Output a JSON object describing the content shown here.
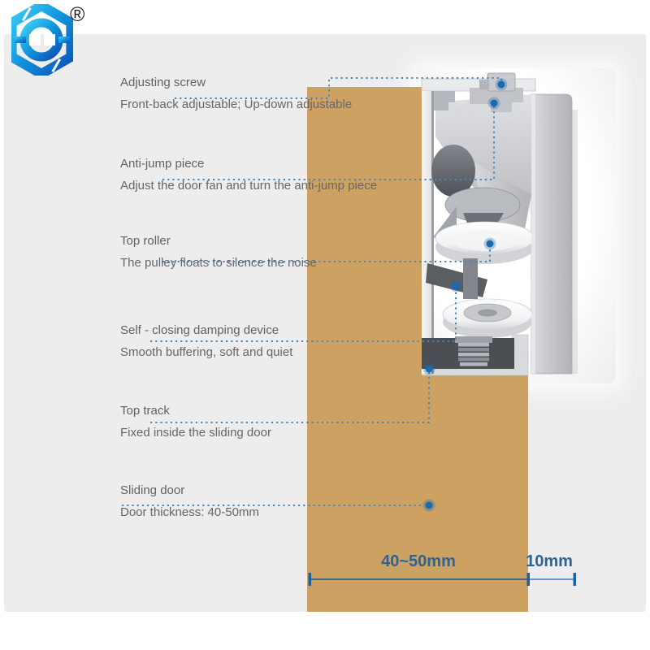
{
  "brand": {
    "registered_mark": "®"
  },
  "annotations": [
    {
      "label": "Adjusting screw",
      "description": "Front-back adjustable; Up-down adjustable"
    },
    {
      "label": "Anti-jump piece",
      "description": "Adjust the door fan and turn the anti-jump piece"
    },
    {
      "label": "Top roller",
      "description": "The pulley floats to silence the noise"
    },
    {
      "label": "Self - closing damping device",
      "description": "Smooth buffering, soft and quiet"
    },
    {
      "label": "Top track",
      "description": "Fixed inside the sliding door"
    },
    {
      "label": "Sliding door",
      "description": "Door thickness: 40-50mm"
    }
  ],
  "dimensions": {
    "door_width": "40~50mm",
    "track_gap": "10mm"
  },
  "colors": {
    "panel": "#ededee",
    "door": "#cda162",
    "leader_line": "#4e86b2",
    "point_marker": "#1c69ad",
    "dimension_text": "#2a6496",
    "logo_blue_light": "#3fd0f5",
    "logo_blue_dark": "#0b50b4"
  }
}
